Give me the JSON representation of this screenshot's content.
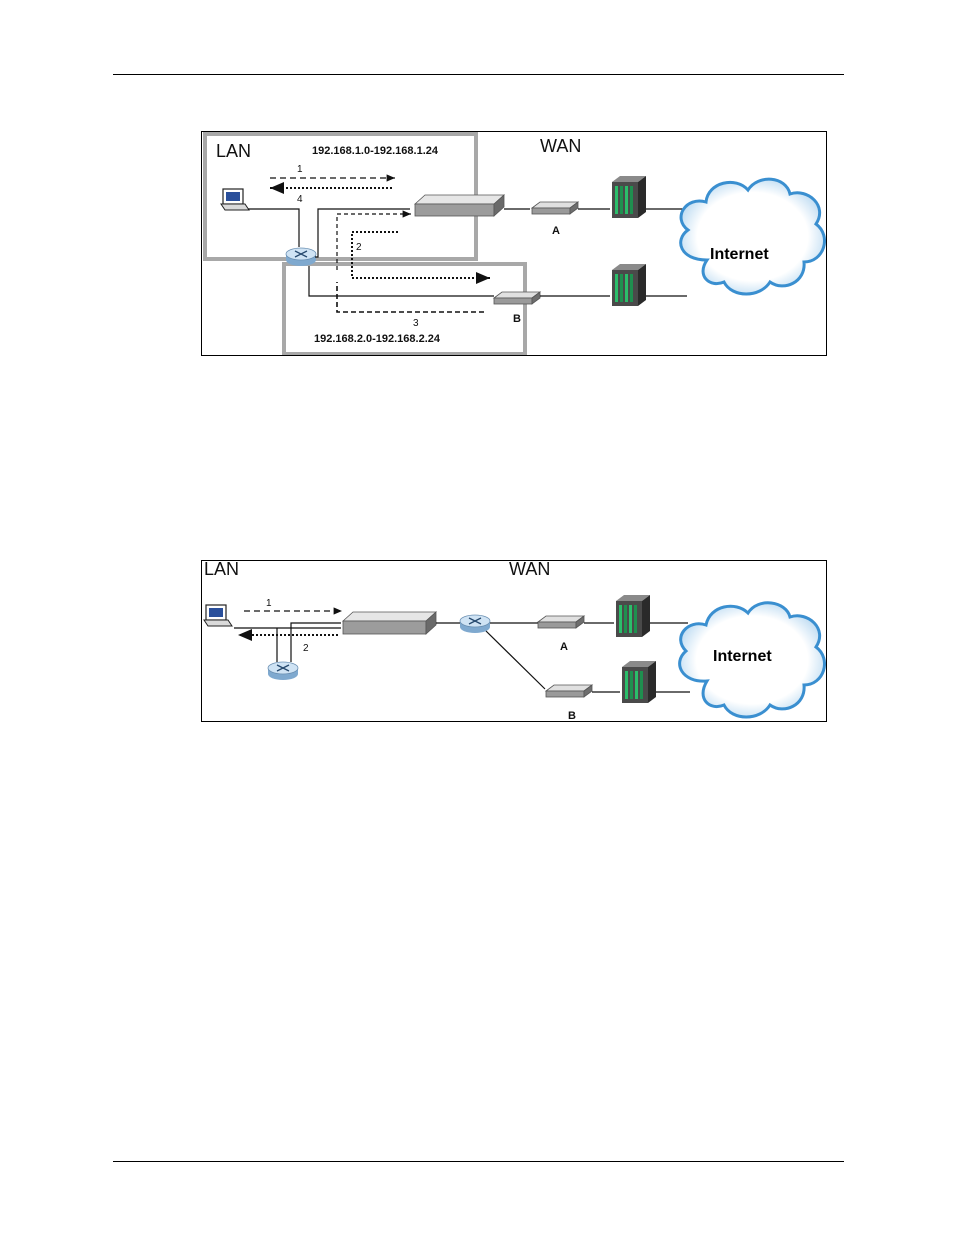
{
  "figure1": {
    "lan_label": "LAN",
    "wan_label": "WAN",
    "lan_subnet_1": "192.168.1.0-192.168.1.24",
    "lan_subnet_2": "192.168.2.0-192.168.2.24",
    "step_1": "1",
    "step_2": "2",
    "step_3": "3",
    "step_4": "4",
    "modem_a": "A",
    "modem_b": "B",
    "internet": "Internet"
  },
  "figure2": {
    "lan_label": "LAN",
    "wan_label": "WAN",
    "step_1": "1",
    "step_2": "2",
    "modem_a": "A",
    "modem_b": "B",
    "internet": "Internet"
  },
  "colors": {
    "region_border": "#a8a8a8",
    "cloud_edge": "#3a8fd0",
    "cloud_fill": "#ffffff",
    "router_fill": "#bcd8f0"
  }
}
